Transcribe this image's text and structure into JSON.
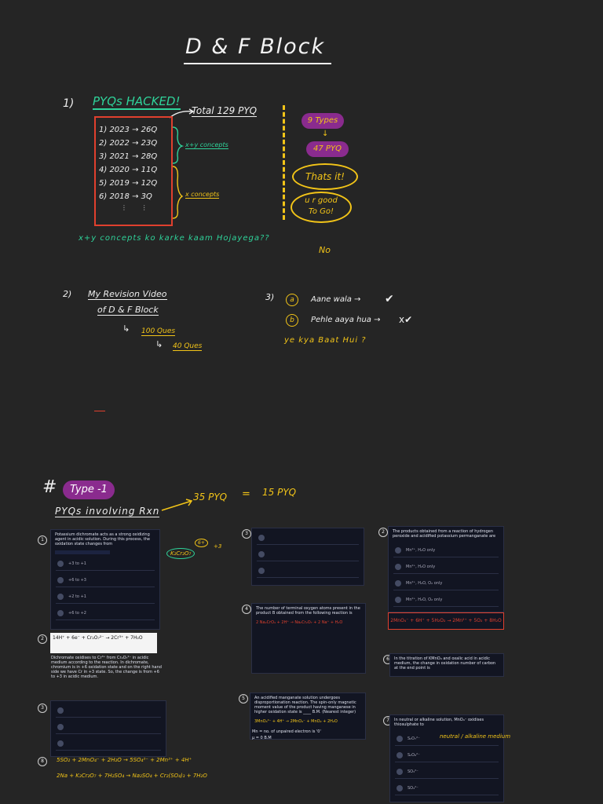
{
  "title": "D & F Block",
  "section1": {
    "num": "1)",
    "heading": "PYQs HACKED!",
    "total": "Total 129 PYQ",
    "years": [
      {
        "label": "1) 2023 → 26Q"
      },
      {
        "label": "2) 2022 → 23Q"
      },
      {
        "label": "3) 2021 → 28Q"
      },
      {
        "label": "4) 2020 → 11Q"
      },
      {
        "label": "5) 2019 → 12Q"
      },
      {
        "label": "6) 2018 → 3Q"
      }
    ],
    "xy_concepts": "x+y concepts",
    "x_concepts": "x concepts",
    "question": "x+y concepts ko karke kaam Hojayega??",
    "answer": "No",
    "types_pill": "9 Types",
    "pyq_pill": "47 PYQ",
    "thats_it": "Thats it!",
    "ur_good": "u r good",
    "to_go": "To Go!"
  },
  "section2": {
    "num": "2)",
    "line1": "My Revision Video",
    "line2": "of D & F Block",
    "ques100": "100 Ques",
    "ques40": "40 Ques"
  },
  "section3": {
    "num": "3)",
    "a_mark": "a",
    "a_text": "Aane wala →",
    "a_tick": "✔",
    "b_mark": "b",
    "b_text": "Pehle aaya hua →",
    "b_tick": "x✔",
    "question": "ye kya Baat Hui ?"
  },
  "type1": {
    "hash": "#",
    "label": "Type -1",
    "subtitle": "PYQs involving Rxn",
    "count_a": "35 PYQ",
    "eq": "=",
    "count_b": "15 PYQ"
  },
  "cards": {
    "q1_text": "Potassium dichromate acts as a strong oxidizing agent in acidic solution. During this process, the oxidation state changes from",
    "q1_opts": [
      "+3 to +1",
      "+6 to +3",
      "+2 to +1",
      "+6 to +2"
    ],
    "q1_ink": "K₂Cr₂O₇",
    "q1_ink2": "6+",
    "q1_ink3": "+3",
    "q2_eqn": "14H⁺ + 6e⁻ + Cr₂O₇²⁻ → 2Cr³⁺ + 7H₂O",
    "q2_text": "Dichromate oxidises to Cr³⁺ from Cr₂O₇²⁻ in acidic medium according to the reaction. In dichromate, chromium is in +6 oxidation state and on the right hand side we have Cr in +3 state. So, the change is from +6 to +3 in acidic medium.",
    "q3_opts": [
      "Mn²⁺, H₂O only",
      "Mn²⁺, H₂O only",
      "Mn²⁺, H₂O, O₂ only",
      "Mn²⁺, H₂O, O₂ only"
    ],
    "q3_text": "The products obtained from a reaction of hydrogen peroxide and acidified potassium permanganate are",
    "q3_eqn": "2MnO₄⁻ + 6H⁺ + 5H₂O₂ → 2Mn²⁺ + 5O₂ + 8H₂O",
    "q4_text": "The number of terminal oxygen atoms present in the product B obtained from the following reaction is",
    "q4_eqn": "2 Na₂CrO₄ + 2H⁺ → Na₂Cr₂O₇ + 2 Na⁺ + H₂O",
    "q5_text": "An acidified manganate solution undergoes disproportionation reaction. The spin-only magnetic moment value of the product having manganese in higher oxidation state is ____ B.M. (Nearest integer)",
    "q5_eqn": "3MnO₄²⁻ + 4H⁺ → 2MnO₄⁻ + MnO₂ + 2H₂O",
    "q5_n": "Mn = no. of unpaired electron is '0'",
    "q5_ans": "μ = 0 B.M",
    "q6_text": "In the titration of KMnO₄ and oxalic acid in acidic medium, the change in oxidation number of carbon at the end point is",
    "q7_text": "In neutral or alkaline solution, MnO₄⁻ oxidises thiosulphate to",
    "q7_opts": [
      "S₂O₇²⁻",
      "S₂O₈²⁻",
      "SO₃²⁻",
      "SO₄²⁻"
    ],
    "q7_ink": "neutral / alkaline medium",
    "q8_ink": "5SO₂ + 2MnO₄⁻ + 2H₂O → 5SO₄²⁻ + 2Mn²⁺ + 4H⁺",
    "q9_ink": "2Na + K₂Cr₂O₇ + 7H₂SO₄ → Na₂SO₄ + Cr₂(SO₄)₃ + 7H₂O"
  },
  "colors": {
    "background": "#252525",
    "green": "#2fd39a",
    "yellow": "#f2c418",
    "red": "#e0402e",
    "purple": "#8a2b8e"
  }
}
